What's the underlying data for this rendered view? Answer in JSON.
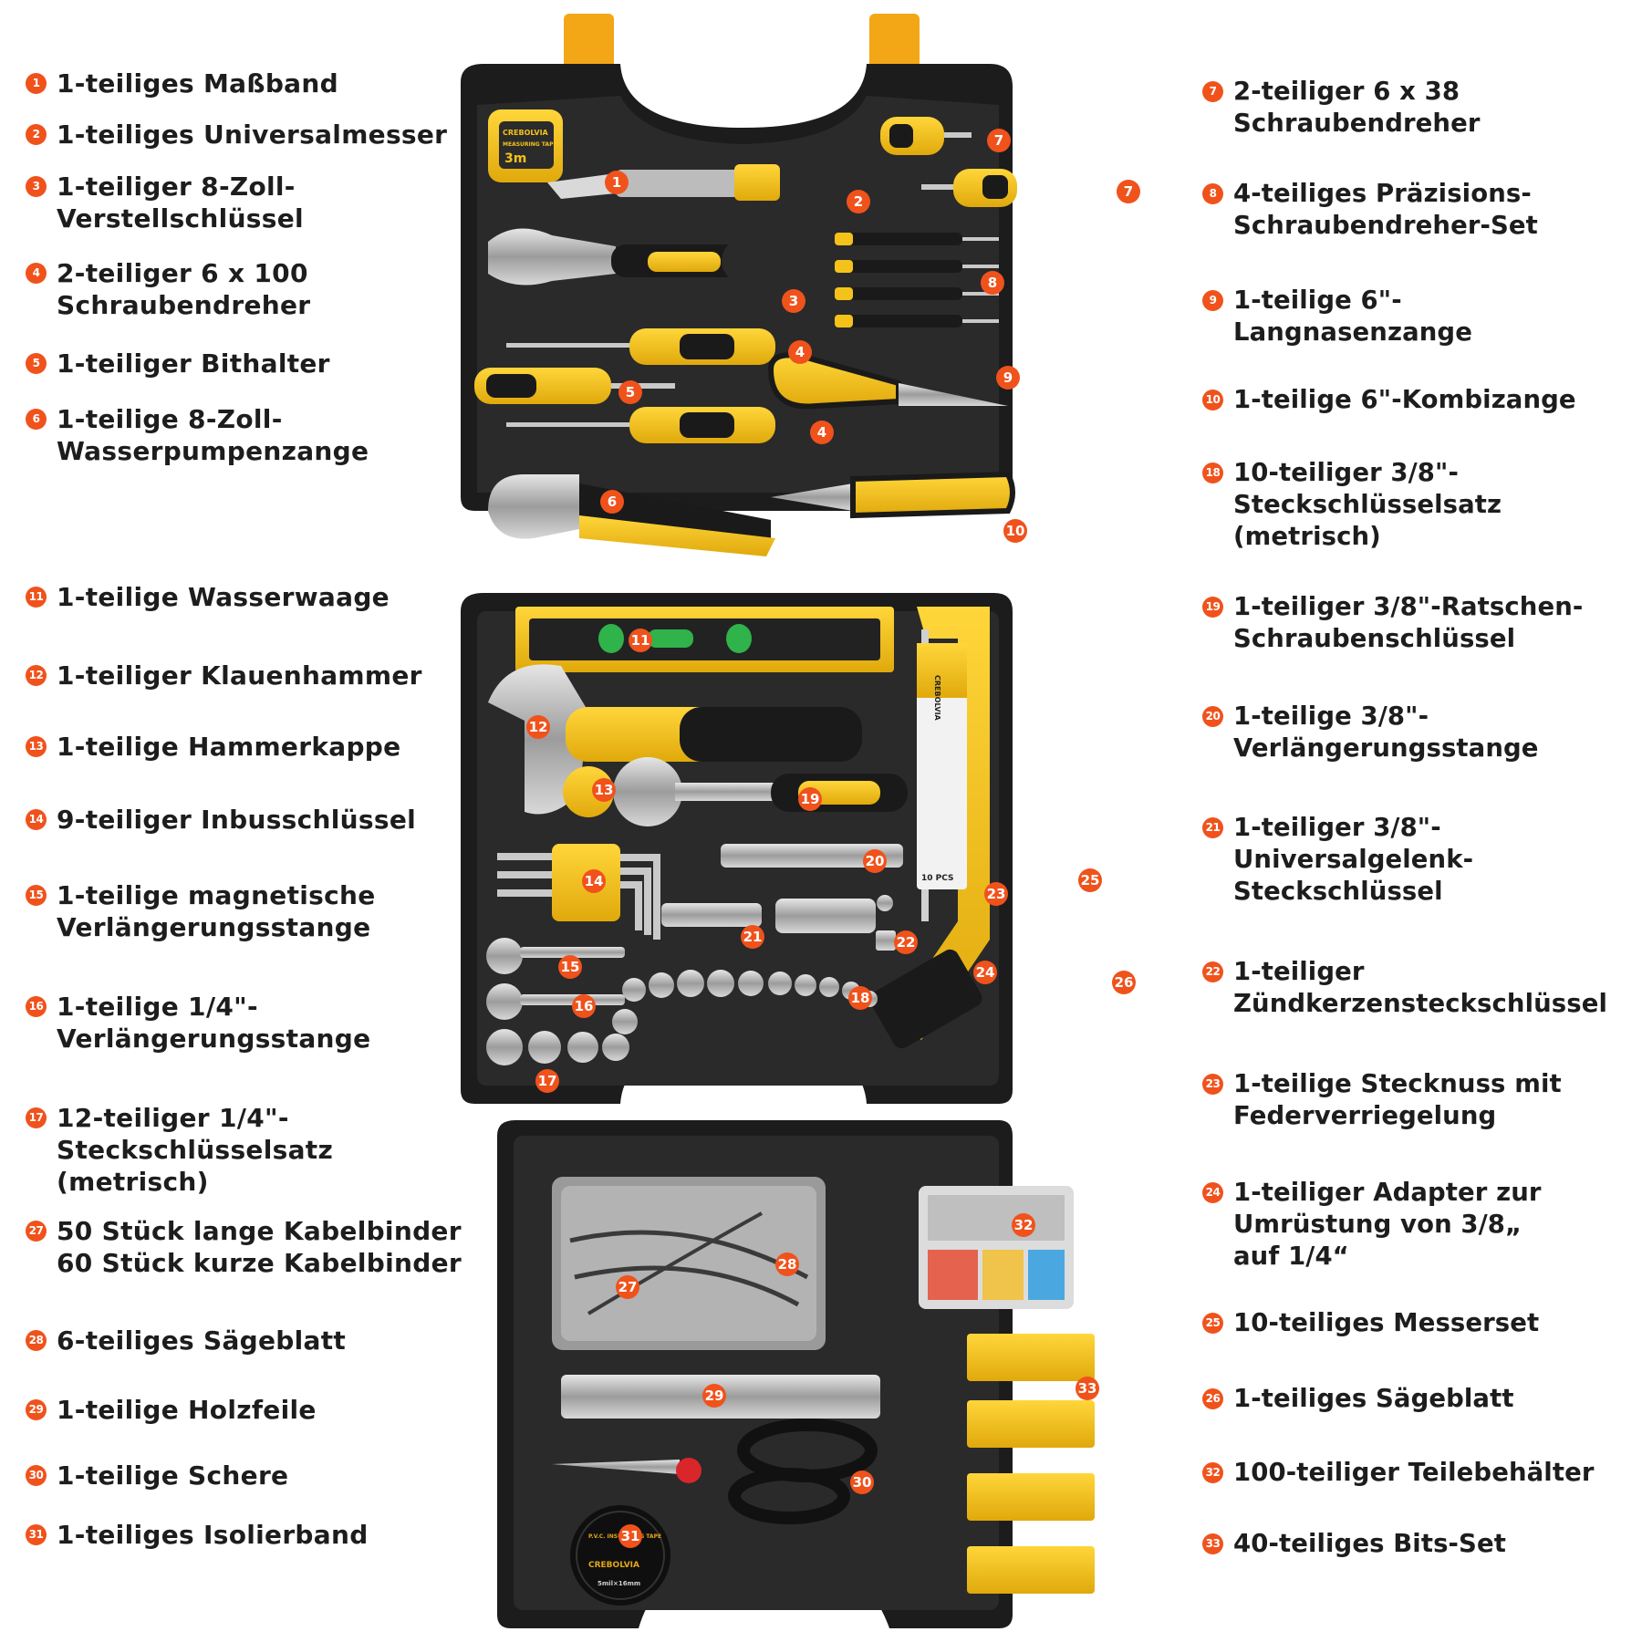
{
  "colors": {
    "badge": "#f0521c",
    "case": "#1c1c1c",
    "tray": "#2a2a2a",
    "yellow": "#f5c21b",
    "text": "#1d1d1d"
  },
  "left_items": [
    {
      "number": "1",
      "label": "1-teiliges Maßband"
    },
    {
      "number": "2",
      "label": "1-teiliges Universalmesser"
    },
    {
      "number": "3",
      "label": "1-teiliger 8-Zoll-\nVerstellschlüssel"
    },
    {
      "number": "4",
      "label": "2-teiliger 6 x 100\nSchraubendreher"
    },
    {
      "number": "5",
      "label": "1-teiliger Bithalter"
    },
    {
      "number": "6",
      "label": "1-teilige 8-Zoll-\nWasserpumpenzange"
    },
    {
      "number": "11",
      "label": "1-teilige Wasserwaage"
    },
    {
      "number": "12",
      "label": "1-teiliger Klauenhammer"
    },
    {
      "number": "13",
      "label": "1-teilige Hammerkappe"
    },
    {
      "number": "14",
      "label": "9-teiliger Inbusschlüssel"
    },
    {
      "number": "15",
      "label": "1-teilige magnetische\nVerlängerungsstange"
    },
    {
      "number": "16",
      "label": "1-teilige 1/4\"-\nVerlängerungsstange"
    },
    {
      "number": "17",
      "label": "12-teiliger 1/4\"-\nSteckschlüsselsatz (metrisch)"
    },
    {
      "number": "27",
      "label": "50 Stück lange Kabelbinder\n60 Stück kurze Kabelbinder"
    },
    {
      "number": "28",
      "label": "6-teiliges Sägeblatt"
    },
    {
      "number": "29",
      "label": "1-teilige Holzfeile"
    },
    {
      "number": "30",
      "label": "1-teilige Schere"
    },
    {
      "number": "31",
      "label": "1-teiliges Isolierband"
    }
  ],
  "right_items": [
    {
      "number": "7",
      "label": "2-teiliger  6 x 38\nSchraubendreher"
    },
    {
      "number": "8",
      "label": "4-teiliges Präzisions-\nSchraubendreher-Set"
    },
    {
      "number": "9",
      "label": "1-teilige 6\"-\nLangnasenzange"
    },
    {
      "number": "10",
      "label": "1-teilige 6\"-Kombizange"
    },
    {
      "number": "18",
      "label": "10-teiliger 3/8\"-\nSteckschlüsselsatz (metrisch)"
    },
    {
      "number": "19",
      "label": "1-teiliger 3/8\"-Ratschen-\nSchraubenschlüssel"
    },
    {
      "number": "20",
      "label": "1-teilige 3/8\"-\nVerlängerungsstange"
    },
    {
      "number": "21",
      "label": "1-teiliger 3/8\"-\nUniversalgelenk-\nSteckschlüssel"
    },
    {
      "number": "22",
      "label": "1-teiliger\nZündkerzensteckschlüssel"
    },
    {
      "number": "23",
      "label": "1-teilige Stecknuss mit\nFederverriegelung"
    },
    {
      "number": "24",
      "label": "1-teiliger Adapter zur\nUmrüstung von 3/8„\nauf 1/4“"
    },
    {
      "number": "25",
      "label": "10-teiliges Messerset"
    },
    {
      "number": "26",
      "label": "1-teiliges Sägeblatt"
    },
    {
      "number": "32",
      "label": "100-teiliger Teilebehälter"
    },
    {
      "number": "33",
      "label": "40-teiliges Bits-Set"
    }
  ],
  "photo_badges": [
    "1",
    "2",
    "3",
    "4",
    "4",
    "5",
    "6",
    "7",
    "7",
    "8",
    "9",
    "10",
    "11",
    "12",
    "13",
    "14",
    "15",
    "16",
    "17",
    "18",
    "19",
    "20",
    "21",
    "22",
    "23",
    "24",
    "25",
    "26",
    "27",
    "28",
    "29",
    "30",
    "31",
    "32",
    "33"
  ],
  "product_text": {
    "tape_brand": "CREBOLVIA",
    "tape_caption": "MEASURING TAPE",
    "tape_length": "3m",
    "blade_brand": "CREBOLVIA",
    "blade_count": "10 PCS",
    "insulating_caption": "P.V.C. INSULATING TAPE",
    "insulating_brand": "CREBOLVIA",
    "insulating_size": "5mil×16mm"
  }
}
